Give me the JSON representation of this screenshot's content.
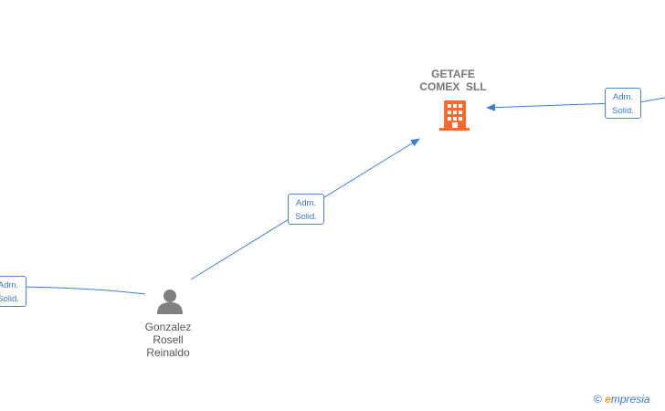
{
  "nodes": {
    "company": {
      "name_line1": "GETAFE",
      "name_line2": "COMEX  SLL"
    },
    "person": {
      "line1": "Gonzalez",
      "line2": "Rosell",
      "line3": "Reinaldo"
    }
  },
  "edges": [
    {
      "line1": "Adm.",
      "line2": "Solid."
    },
    {
      "line1": "Adm.",
      "line2": "Solid."
    },
    {
      "line1": "Adm.",
      "line2": "Solid."
    }
  ],
  "watermark": {
    "symbol": "©",
    "brand_initial": "e",
    "brand_rest": "mpresia"
  },
  "colors": {
    "edge": "#3a7fd5",
    "building": "#ff6a2b",
    "person_icon": "#808080",
    "label_border": "#4a86d0"
  },
  "icons": {
    "company": "building-icon",
    "person": "person-icon"
  }
}
